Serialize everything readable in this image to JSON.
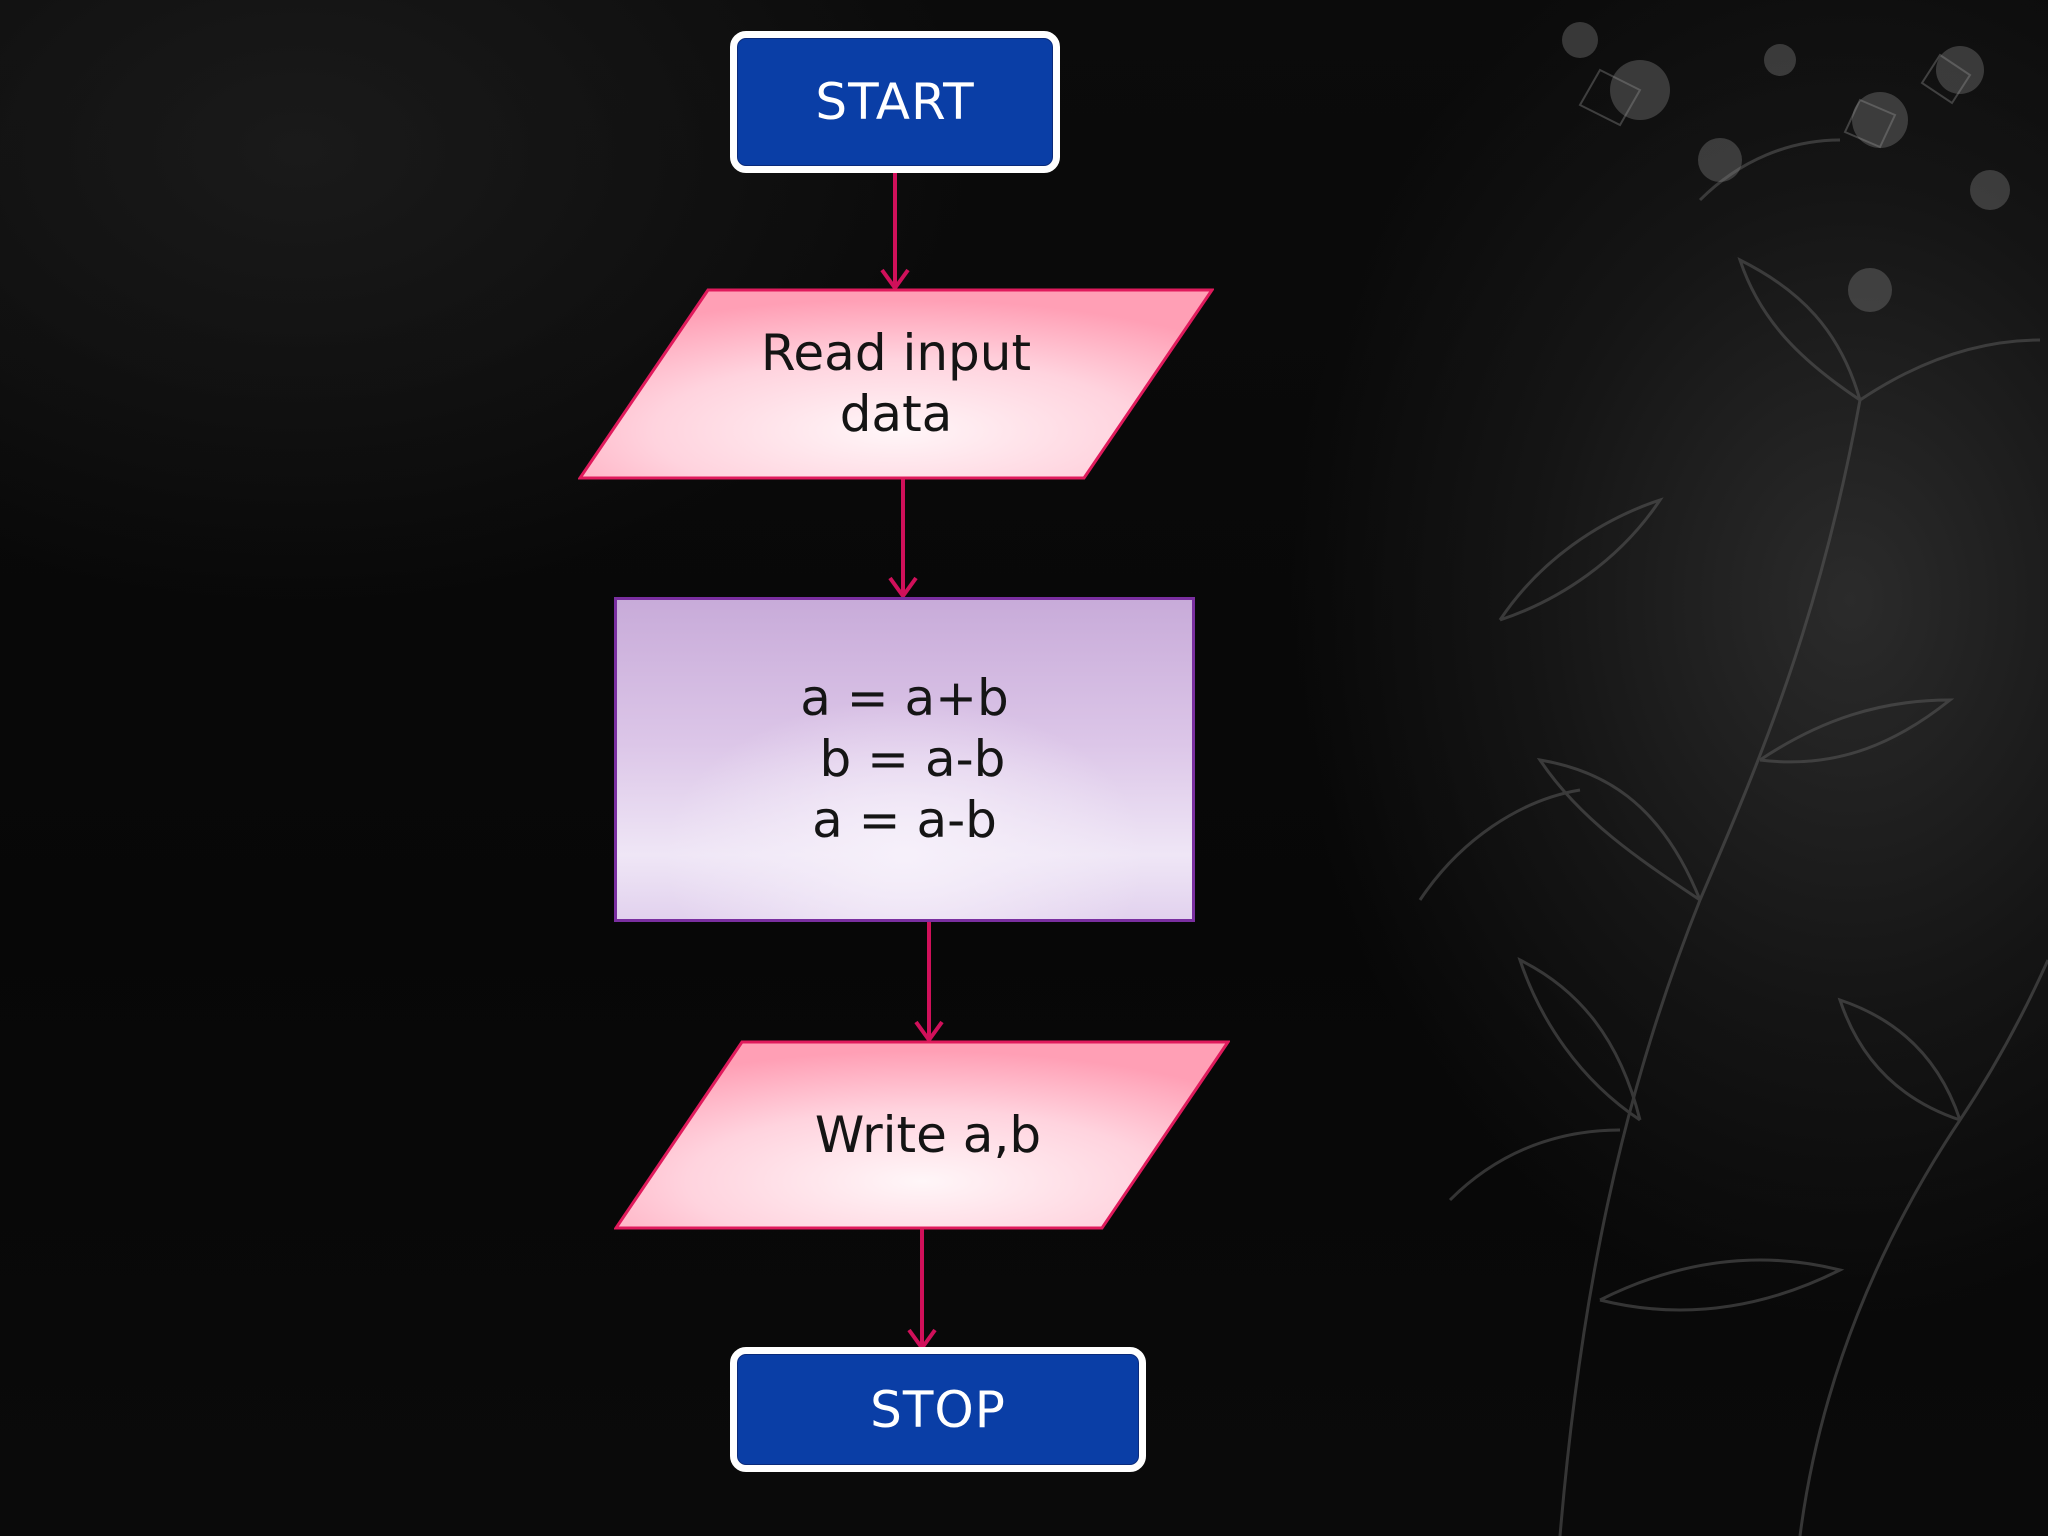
{
  "flowchart": {
    "start": "START",
    "input": [
      "Read input",
      "data"
    ],
    "process": [
      "a = a+b",
      " b = a-b",
      "a = a-b"
    ],
    "output": "Write a,b",
    "stop": "STOP"
  },
  "colors": {
    "terminal_fill": "#0a3ea6",
    "terminal_border": "#ffffff",
    "connector": "#d0105a",
    "io_fill": "#ffc9d6",
    "io_border": "#e01a5c",
    "process_fill": "#dcc6e8",
    "process_border": "#7a2fa0",
    "background": "#050505"
  }
}
